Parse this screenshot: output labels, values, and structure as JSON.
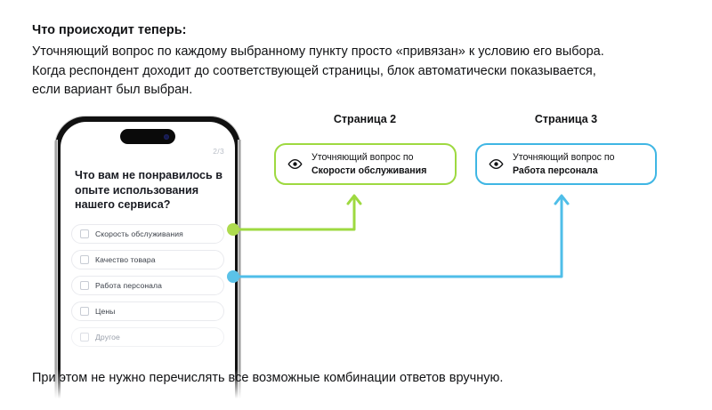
{
  "intro": {
    "title": "Что происходит теперь:",
    "lines": [
      "Уточняющий вопрос по каждому выбранному пункту просто «привязан» к условию его выбора.",
      "Когда респондент доходит до соответствующей страницы, блок автоматически показывается,",
      "если вариант был выбран."
    ]
  },
  "outro": {
    "text": "При этом не нужно перечислять все возможные комбинации ответов вручную."
  },
  "phone": {
    "page_counter": "2/3",
    "question": "Что вам не понравилось в опыте использования нашего сервиса?",
    "options": [
      {
        "label": "Скорость обслуживания",
        "checked": false,
        "muted": false
      },
      {
        "label": "Качество товара",
        "checked": false,
        "muted": false
      },
      {
        "label": "Работа персонала",
        "checked": false,
        "muted": false
      },
      {
        "label": "Цены",
        "checked": false,
        "muted": false
      },
      {
        "label": "Другое",
        "checked": false,
        "muted": true
      }
    ]
  },
  "flow": {
    "green": {
      "column_title": "Страница 2",
      "icon": "eye-icon",
      "line1": "Уточняющий вопрос по",
      "line2": "Скорости обслуживания",
      "color": "#9ED940"
    },
    "blue": {
      "column_title": "Страница 3",
      "icon": "eye-icon",
      "line1": "Уточняющий вопрос по",
      "line2": "Работа персонала",
      "color": "#3FB6E4"
    }
  }
}
